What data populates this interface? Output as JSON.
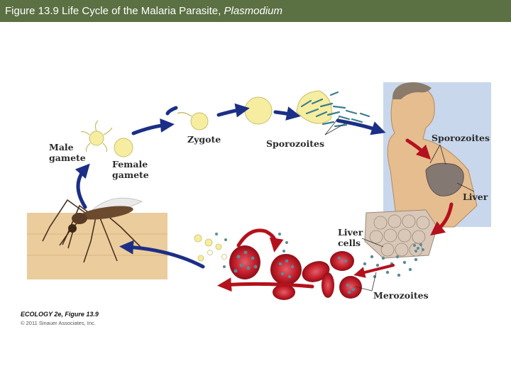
{
  "slide": {
    "title_prefix": "Figure 13.9  Life Cycle of the Malaria Parasite, ",
    "title_italic": "Plasmodium",
    "title_bar_color": "#5b7043"
  },
  "diagram": {
    "labels": {
      "male_gamete_line1": "Male",
      "male_gamete_line2": "gamete",
      "female_gamete_line1": "Female",
      "female_gamete_line2": "gamete",
      "zygote": "Zygote",
      "sporozoites_mosquito": "Sporozoites",
      "sporozoites_human": "Sporozoites",
      "liver": "Liver",
      "liver_cells_line1": "Liver",
      "liver_cells_line2": "cells",
      "merozoites": "Merozoites"
    },
    "colors": {
      "arrow_blue": "#1c2f86",
      "arrow_red": "#b3121c",
      "gamete_yellow": "#f7eda1",
      "red_cell": "#c8202c",
      "skin": "#e6bd8f",
      "sky_box": "#c9d7ec",
      "mosquito_background": "#ebcc9c",
      "mosquito_body": "#6b4a2e"
    },
    "credit": {
      "line1": "ECOLOGY 2e, Figure 13.9",
      "line2": "© 2011 Sinauer Associates, Inc."
    }
  }
}
